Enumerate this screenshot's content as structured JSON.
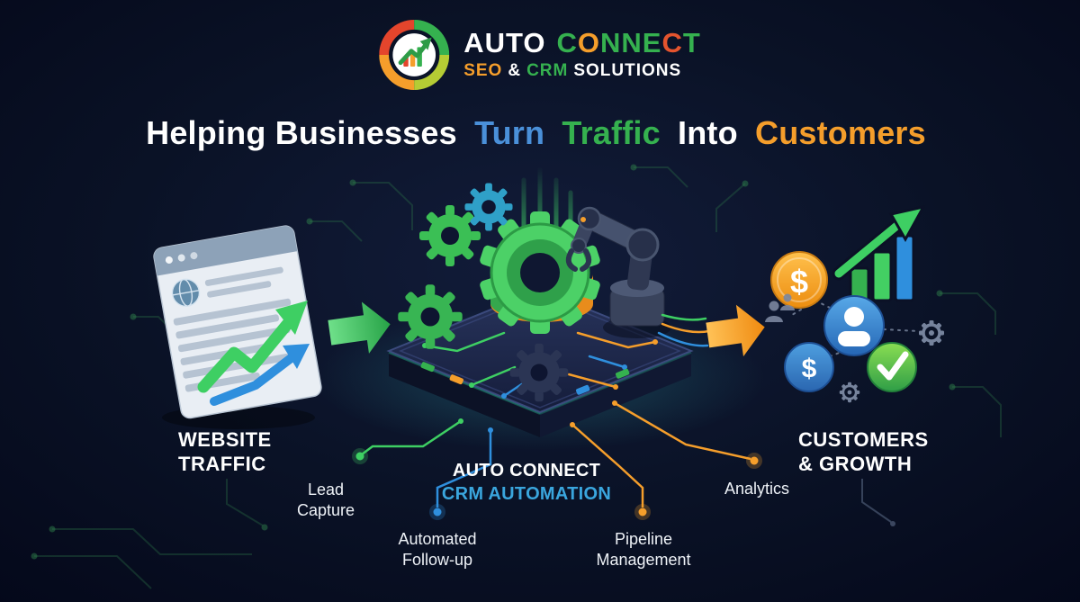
{
  "brand": {
    "name_first": "AUTO",
    "connect_letters": [
      "C",
      "O",
      "N",
      "N",
      "E",
      "C",
      "T"
    ],
    "tagline_seo": "SEO",
    "tagline_amp": "&",
    "tagline_crm": "CRM",
    "tagline_solutions": "SOLUTIONS"
  },
  "headline": {
    "lead": "Helping Businesses",
    "turn": "Turn",
    "traffic": "Traffic",
    "into": "Into",
    "customers": "Customers"
  },
  "diagram": {
    "website_traffic_line1": "WEBSITE",
    "website_traffic_line2": "TRAFFIC",
    "customers_line1": "CUSTOMERS",
    "customers_line2": "& GROWTH",
    "platform_line1": "AUTO CONNECT",
    "platform_line2": "CRM AUTOMATION",
    "callout_lead_line1": "Lead",
    "callout_lead_line2": "Capture",
    "callout_followup_line1": "Automated",
    "callout_followup_line2": "Follow-up",
    "callout_pipeline_line1": "Pipeline",
    "callout_pipeline_line2": "Management",
    "callout_analytics": "Analytics"
  },
  "glyphs": {
    "dollar": "$"
  },
  "colors": {
    "background": "#060a17",
    "green": "#35b14f",
    "blue": "#2f8fdd",
    "orange": "#f59e2b",
    "red": "#e4452c",
    "label_blue": "#3aa6de",
    "white": "#ffffff"
  }
}
